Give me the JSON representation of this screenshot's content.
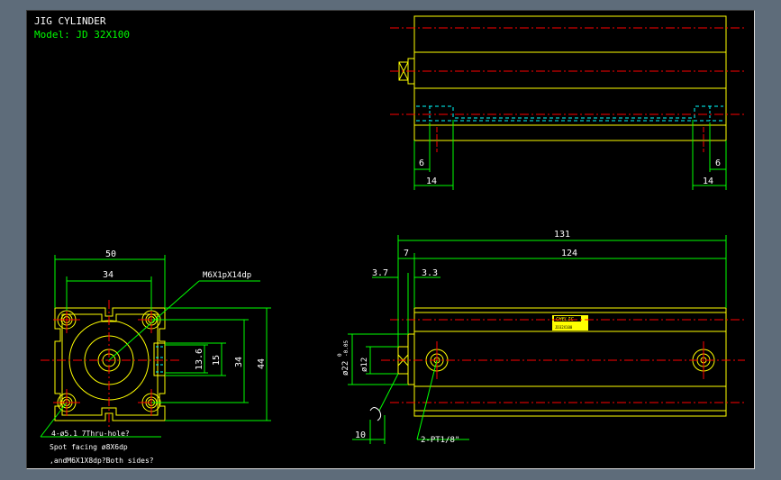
{
  "drawing": {
    "title": "JIG CYLINDER",
    "model": "Model: JD 32X100"
  },
  "colors": {
    "background": "#000000",
    "outline": "#ffff00",
    "dimension": "#00ff00",
    "centerline": "#ff0000",
    "hidden": "#00ffff",
    "text_white": "#ffffff"
  },
  "top_view": {
    "dim_left_inner": "6",
    "dim_left_outer": "14",
    "dim_right_inner": "6",
    "dim_right_outer": "14"
  },
  "end_view": {
    "dim_width_overall": "50",
    "dim_width_bolt": "34",
    "dim_port_13_6": "13.6",
    "dim_port_15": "15",
    "dim_height_bolt": "34",
    "dim_height_overall": "44",
    "callout_thread": "M6X1pX14dp",
    "note_line1": "4-ø5.1 7Thru-hole?",
    "note_line2": "Spot facing ø8X6dp",
    "note_line3": ",andM6X1X8dp?Both sides?"
  },
  "side_view": {
    "dim_overall": "131",
    "dim_body": "124",
    "dim_rod_ext": "7",
    "dim_left_3_7": "3.7",
    "dim_left_3_3": "3.3",
    "dim_rod_dia": "ø22",
    "dim_rod_tol": "-0.05",
    "dim_rod_tol_zero": "0",
    "dim_thread_dia": "ø12",
    "dim_bottom_10": "10",
    "callout_port": "2-PT1/8\"",
    "label_brand": "CHELIC",
    "label_model": "JD32X100"
  }
}
